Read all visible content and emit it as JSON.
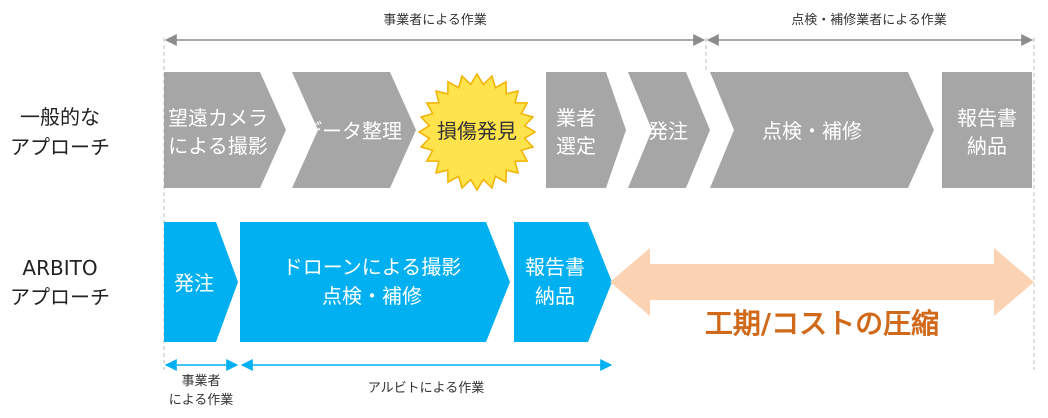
{
  "colors": {
    "gray_box": "#a6a6a6",
    "blue_box": "#00b0f0",
    "burst_fill": "#ffe34d",
    "burst_stroke": "#f2b200",
    "double_arrow": "#fbd2b2",
    "reduction_text": "#d06a1a",
    "timeline": "#8c8c8c",
    "timeline_blue": "#00b0f0"
  },
  "top_spans": {
    "left": "事業者による作業",
    "right": "点検・補修業者による作業"
  },
  "rows": {
    "general": {
      "label_lines": [
        "一般的な",
        "アプローチ"
      ],
      "steps": [
        {
          "id": "aerial-photo",
          "lines": [
            "望遠カメラ",
            "による撮影"
          ]
        },
        {
          "id": "data-organization",
          "lines": [
            "データ整理"
          ]
        },
        {
          "id": "damage-discovery",
          "lines": [
            "損傷発見"
          ]
        },
        {
          "id": "contractor-selection",
          "lines": [
            "業者",
            "選定"
          ]
        },
        {
          "id": "order",
          "lines": [
            "発注"
          ]
        },
        {
          "id": "inspection-repair",
          "lines": [
            "点検・補修"
          ]
        },
        {
          "id": "report-delivery",
          "lines": [
            "報告書",
            "納品"
          ]
        }
      ]
    },
    "arbito": {
      "label_lines": [
        "ARBITO",
        "アプローチ"
      ],
      "steps": [
        {
          "id": "order",
          "lines": [
            "発注"
          ]
        },
        {
          "id": "drone-inspection",
          "lines": [
            "ドローンによる撮影",
            "点検・補修"
          ]
        },
        {
          "id": "report-delivery",
          "lines": [
            "報告書",
            "納品"
          ]
        }
      ]
    }
  },
  "reduction": {
    "label": "工期/コストの圧縮"
  },
  "bottom_spans": {
    "left_lines": [
      "事業者",
      "による作業"
    ],
    "right": "アルビトによる作業"
  }
}
